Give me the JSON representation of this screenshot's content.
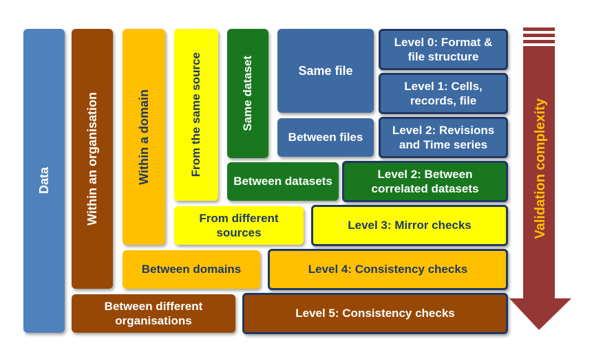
{
  "diagram": {
    "data": "Data",
    "within_organisation": "Within an organisation",
    "within_domain": "Within a domain",
    "same_source": "From the same source",
    "same_dataset": "Same dataset",
    "same_file": "Same file",
    "between_files": "Between files",
    "between_datasets": "Between datasets",
    "different_sources": "From different sources",
    "between_domains": "Between domains",
    "between_organisations": "Between different organisations",
    "levels": {
      "level0": "Level 0: Format & file structure",
      "level1": "Level 1: Cells, records, file",
      "level2_revisions": "Level 2: Revisions and Time series",
      "level2_correlated": "Level 2: Between correlated datasets",
      "level3": "Level 3: Mirror checks",
      "level4": "Level 4: Consistency checks",
      "level5": "Level 5: Consistency checks"
    },
    "arrow_label": "Validation complexity"
  },
  "colors": {
    "data": "#4f81bd",
    "organisation": "#974806",
    "domain": "#ffc000",
    "source": "#ffff00",
    "dataset": "#19781f",
    "file": "#3e6aa2",
    "arrow": "#953735"
  }
}
